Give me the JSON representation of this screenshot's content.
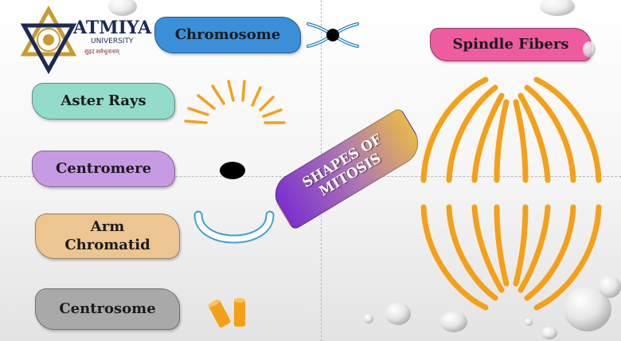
{
  "logo": {
    "name": "ATMIYA",
    "subtitle": "UNIVERSITY",
    "motto": "सुहृदं सर्वभूतानाम्"
  },
  "banner": {
    "line1": "SHAPES OF",
    "line2": "MITOSIS"
  },
  "labels": {
    "chromosome": "Chromosome",
    "aster_rays": "Aster Rays",
    "centromere": "Centromere",
    "arm_chromatid_line1": "Arm",
    "arm_chromatid_line2": "Chromatid",
    "centrosome": "Centrosome",
    "spindle_fibers": "Spindle Fibers"
  },
  "colors": {
    "chromosome_box": "#3b8fd9",
    "aster_box": "#93dccb",
    "centromere_box": "#c79be3",
    "arm_box": "#ecc591",
    "centrosome_box": "#a9a9a9",
    "spindle_box": "#ee5b9e",
    "banner_start": "#7b2fd0",
    "banner_end": "#e9b84a",
    "orange_shape": "#f4a018",
    "arm_shape_stroke": "#3fa0d6",
    "logo_navy": "#1d2a57",
    "logo_gold": "#c99a2e"
  },
  "icons": {
    "chromosome": "x-chromosome-icon",
    "aster": "aster-rays-icon",
    "centromere": "black-dot-icon",
    "arm": "u-shape-icon",
    "centrosome": "cylinder-pair-icon",
    "spindle": "spindle-fibers-icon"
  }
}
